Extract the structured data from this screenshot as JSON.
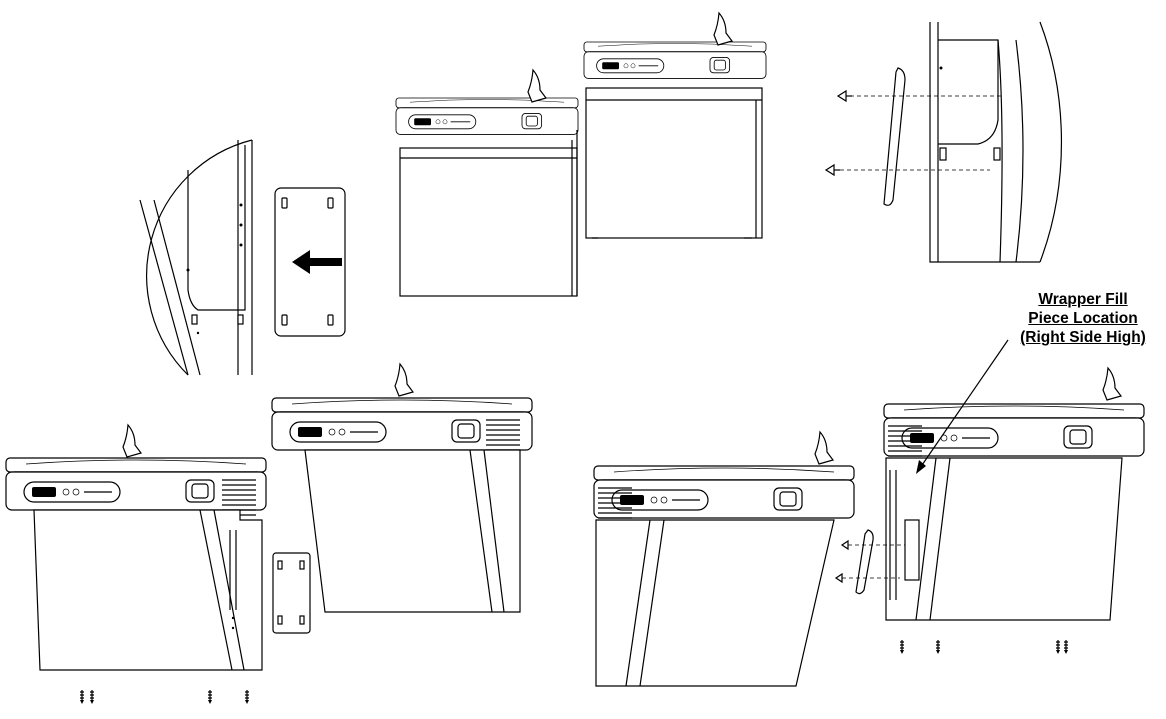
{
  "callout": {
    "lines": [
      "Wrapper Fill",
      "Piece Location",
      "(Right Side High)"
    ]
  }
}
